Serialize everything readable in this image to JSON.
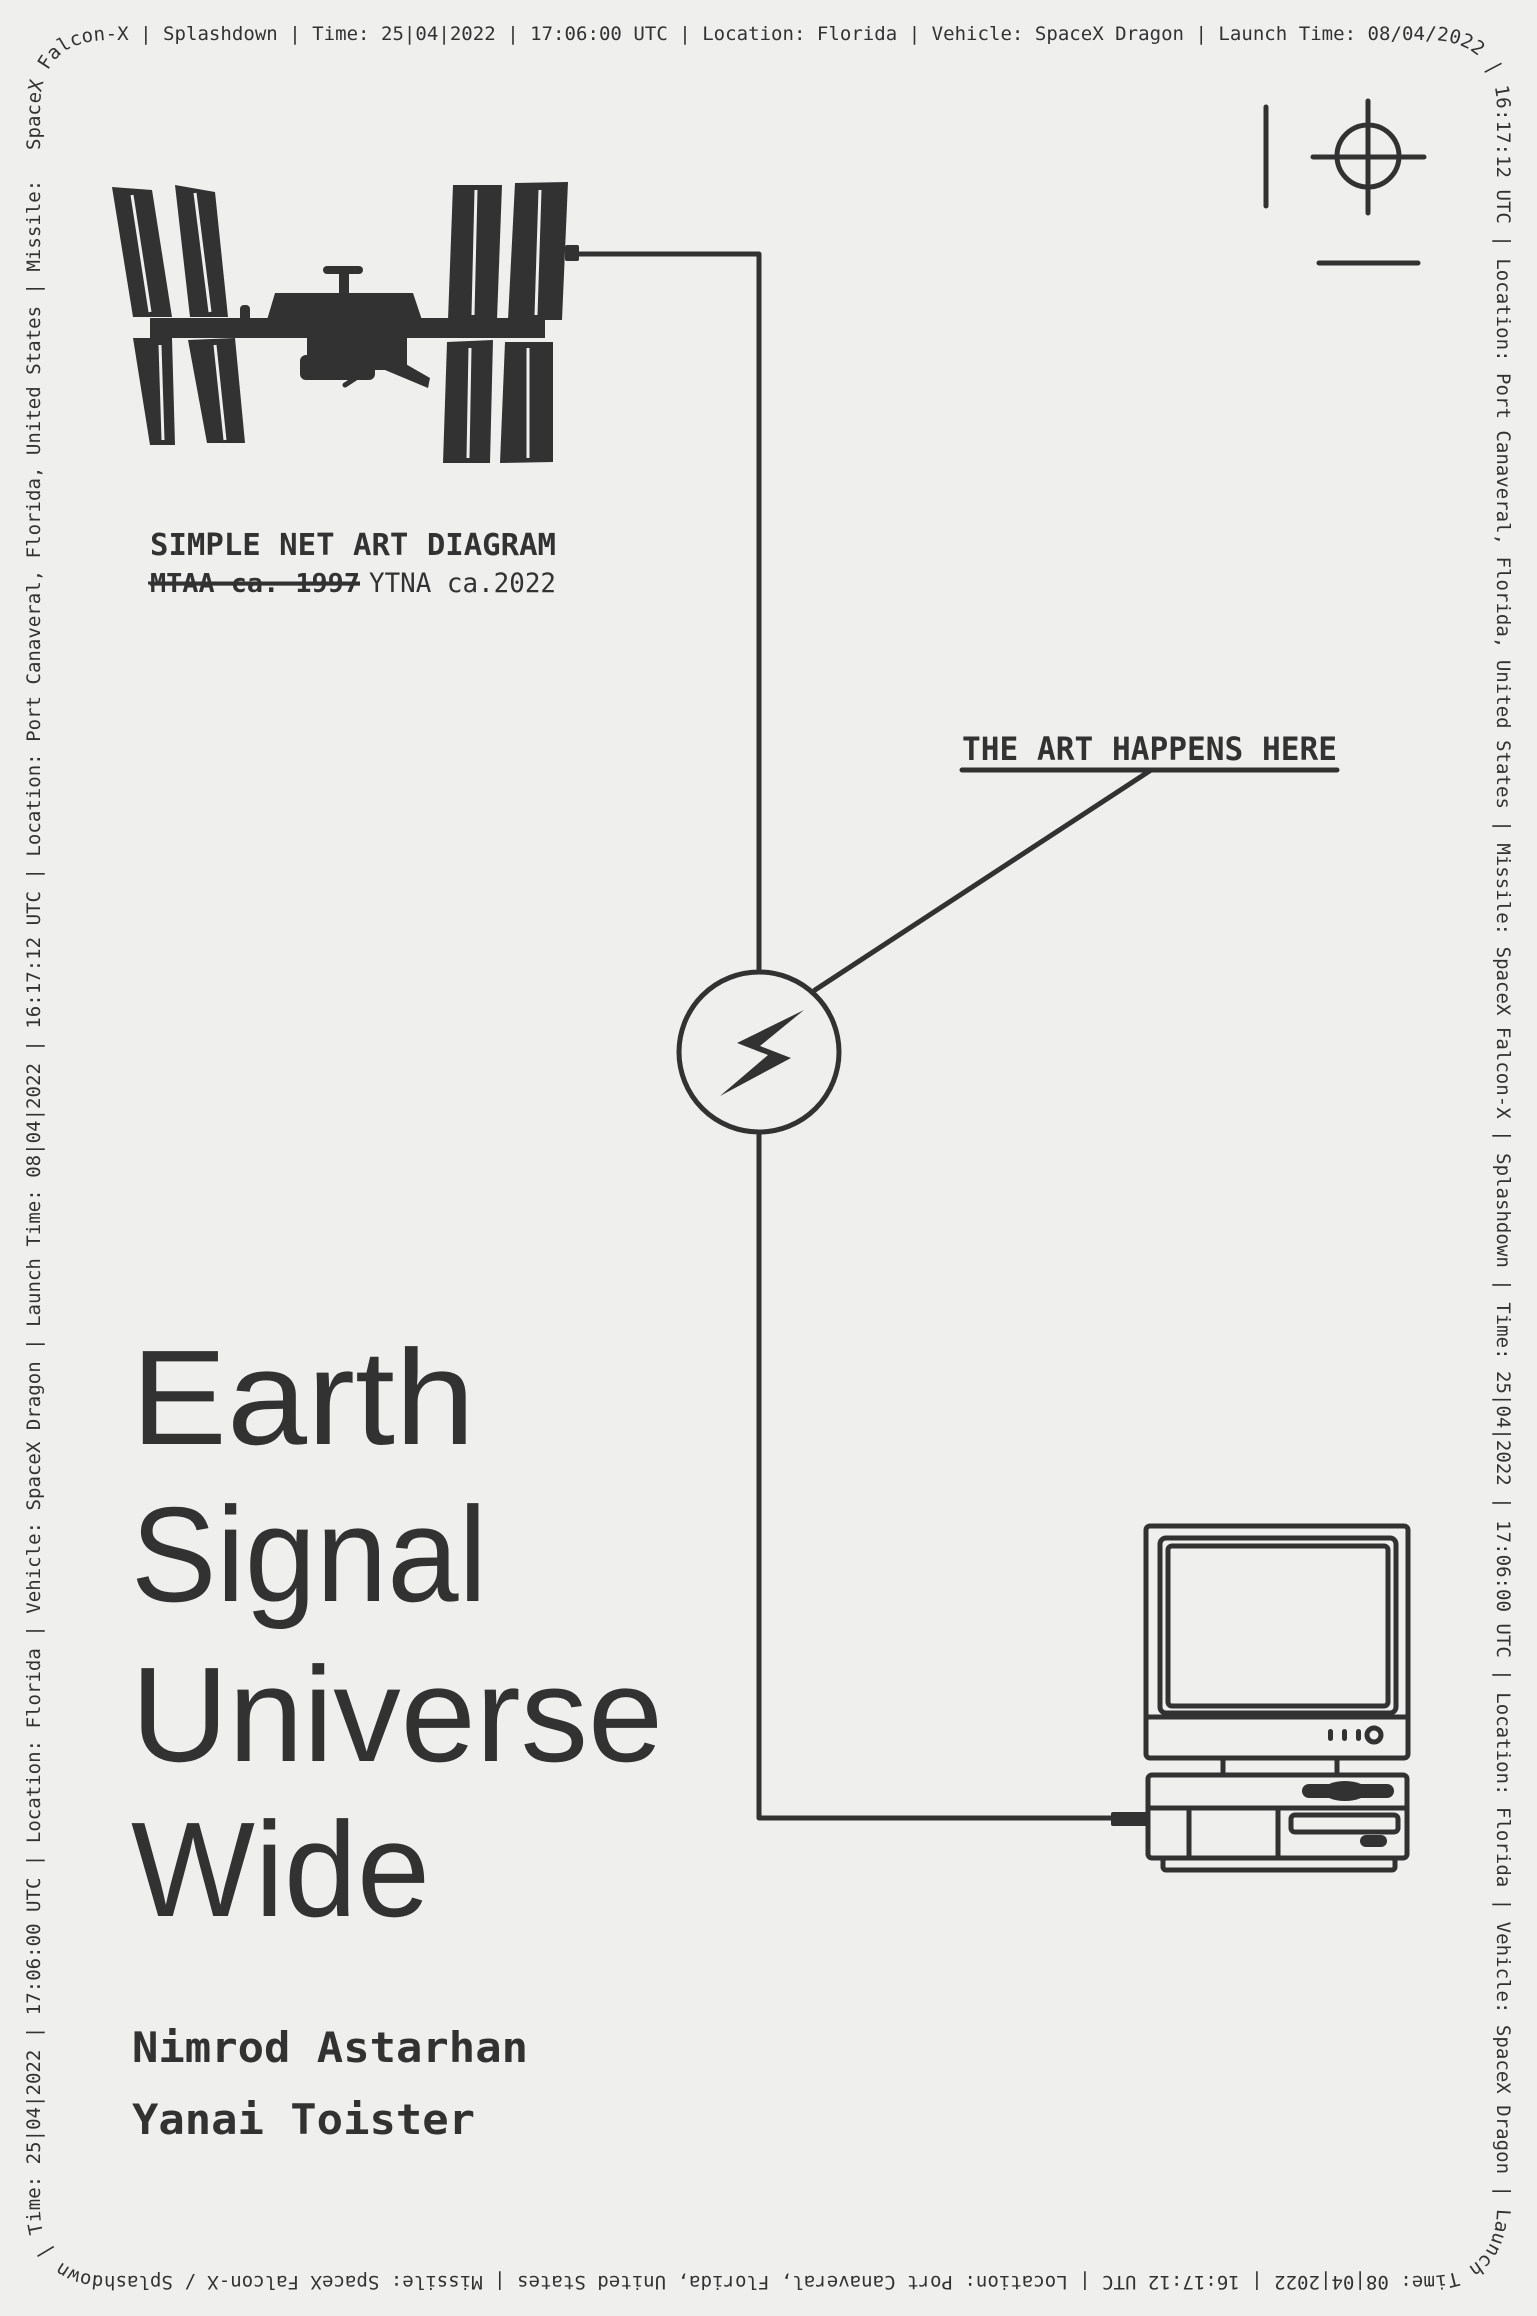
{
  "border_text": "SpaceX Falcon-X | Splashdown | Time: 25|04|2022 | 17:06:00 UTC | Location: Florida | Vehicle: SpaceX Dragon | Launch Time:  08/04/2022 | 16:17:12 UTC | Location: Port Canaveral, Florida, United States | Missile: SpaceX Falcon-X | Splashdown | Time: 25|04|2022 | 17:06:00 UTC | Location: Florida | Vehicle: SpaceX Dragon | Launch Time:  08|04|2022 | 16:17:12 UTC | Location: Port Canaveral, Florida, United States | Missile: SpaceX Falcon-X / Splashdown | Time: 25|04|2022 | 17:06:00 UTC | Location: Florida | Vehicle: SpaceX Dragon | Launch Time:  08|04|2022 | 16:17:12 UTC | Location: Port Canaveral, Florida, United States | Missile: ",
  "diagram": {
    "heading": "SIMPLE NET ART DIAGRAM",
    "credit_struck": "MTAA ca. 1997",
    "credit": "YTNA ca.2022",
    "callout": "THE ART HAPPENS HERE",
    "icons": [
      "space-station-icon",
      "lightning-bolt-icon",
      "retro-computer-icon",
      "crosshair-icon"
    ]
  },
  "title": {
    "lines": [
      "Earth",
      "Signal",
      "Universe",
      "Wide"
    ]
  },
  "authors": [
    "Nimrod Astarhan",
    "Yanai Toister"
  ],
  "colors": {
    "ink": "#323232",
    "paper": "#efefee"
  }
}
